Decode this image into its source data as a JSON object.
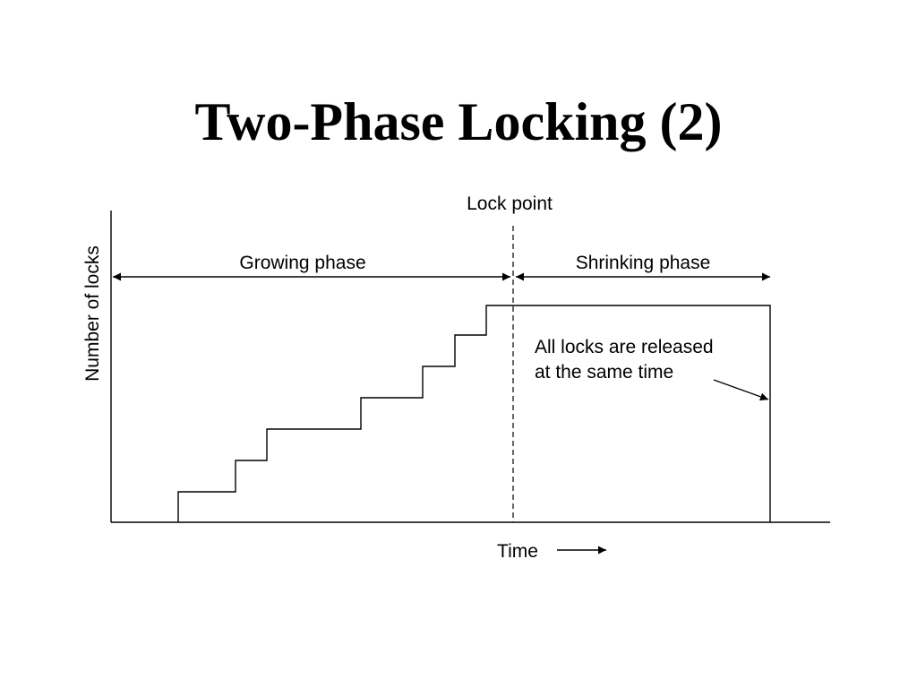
{
  "slide": {
    "title": "Two-Phase Locking (2)"
  },
  "diagram": {
    "y_axis_label": "Number of locks",
    "x_axis_label": "Time",
    "lock_point_label": "Lock point",
    "growing_phase_label": "Growing phase",
    "shrinking_phase_label": "Shrinking phase",
    "release_note": [
      "All locks are released",
      "at the same time"
    ],
    "lock_steps": [
      1,
      2,
      3,
      4,
      5,
      6
    ],
    "colors": {
      "ink": "#000000",
      "background": "#ffffff"
    }
  }
}
